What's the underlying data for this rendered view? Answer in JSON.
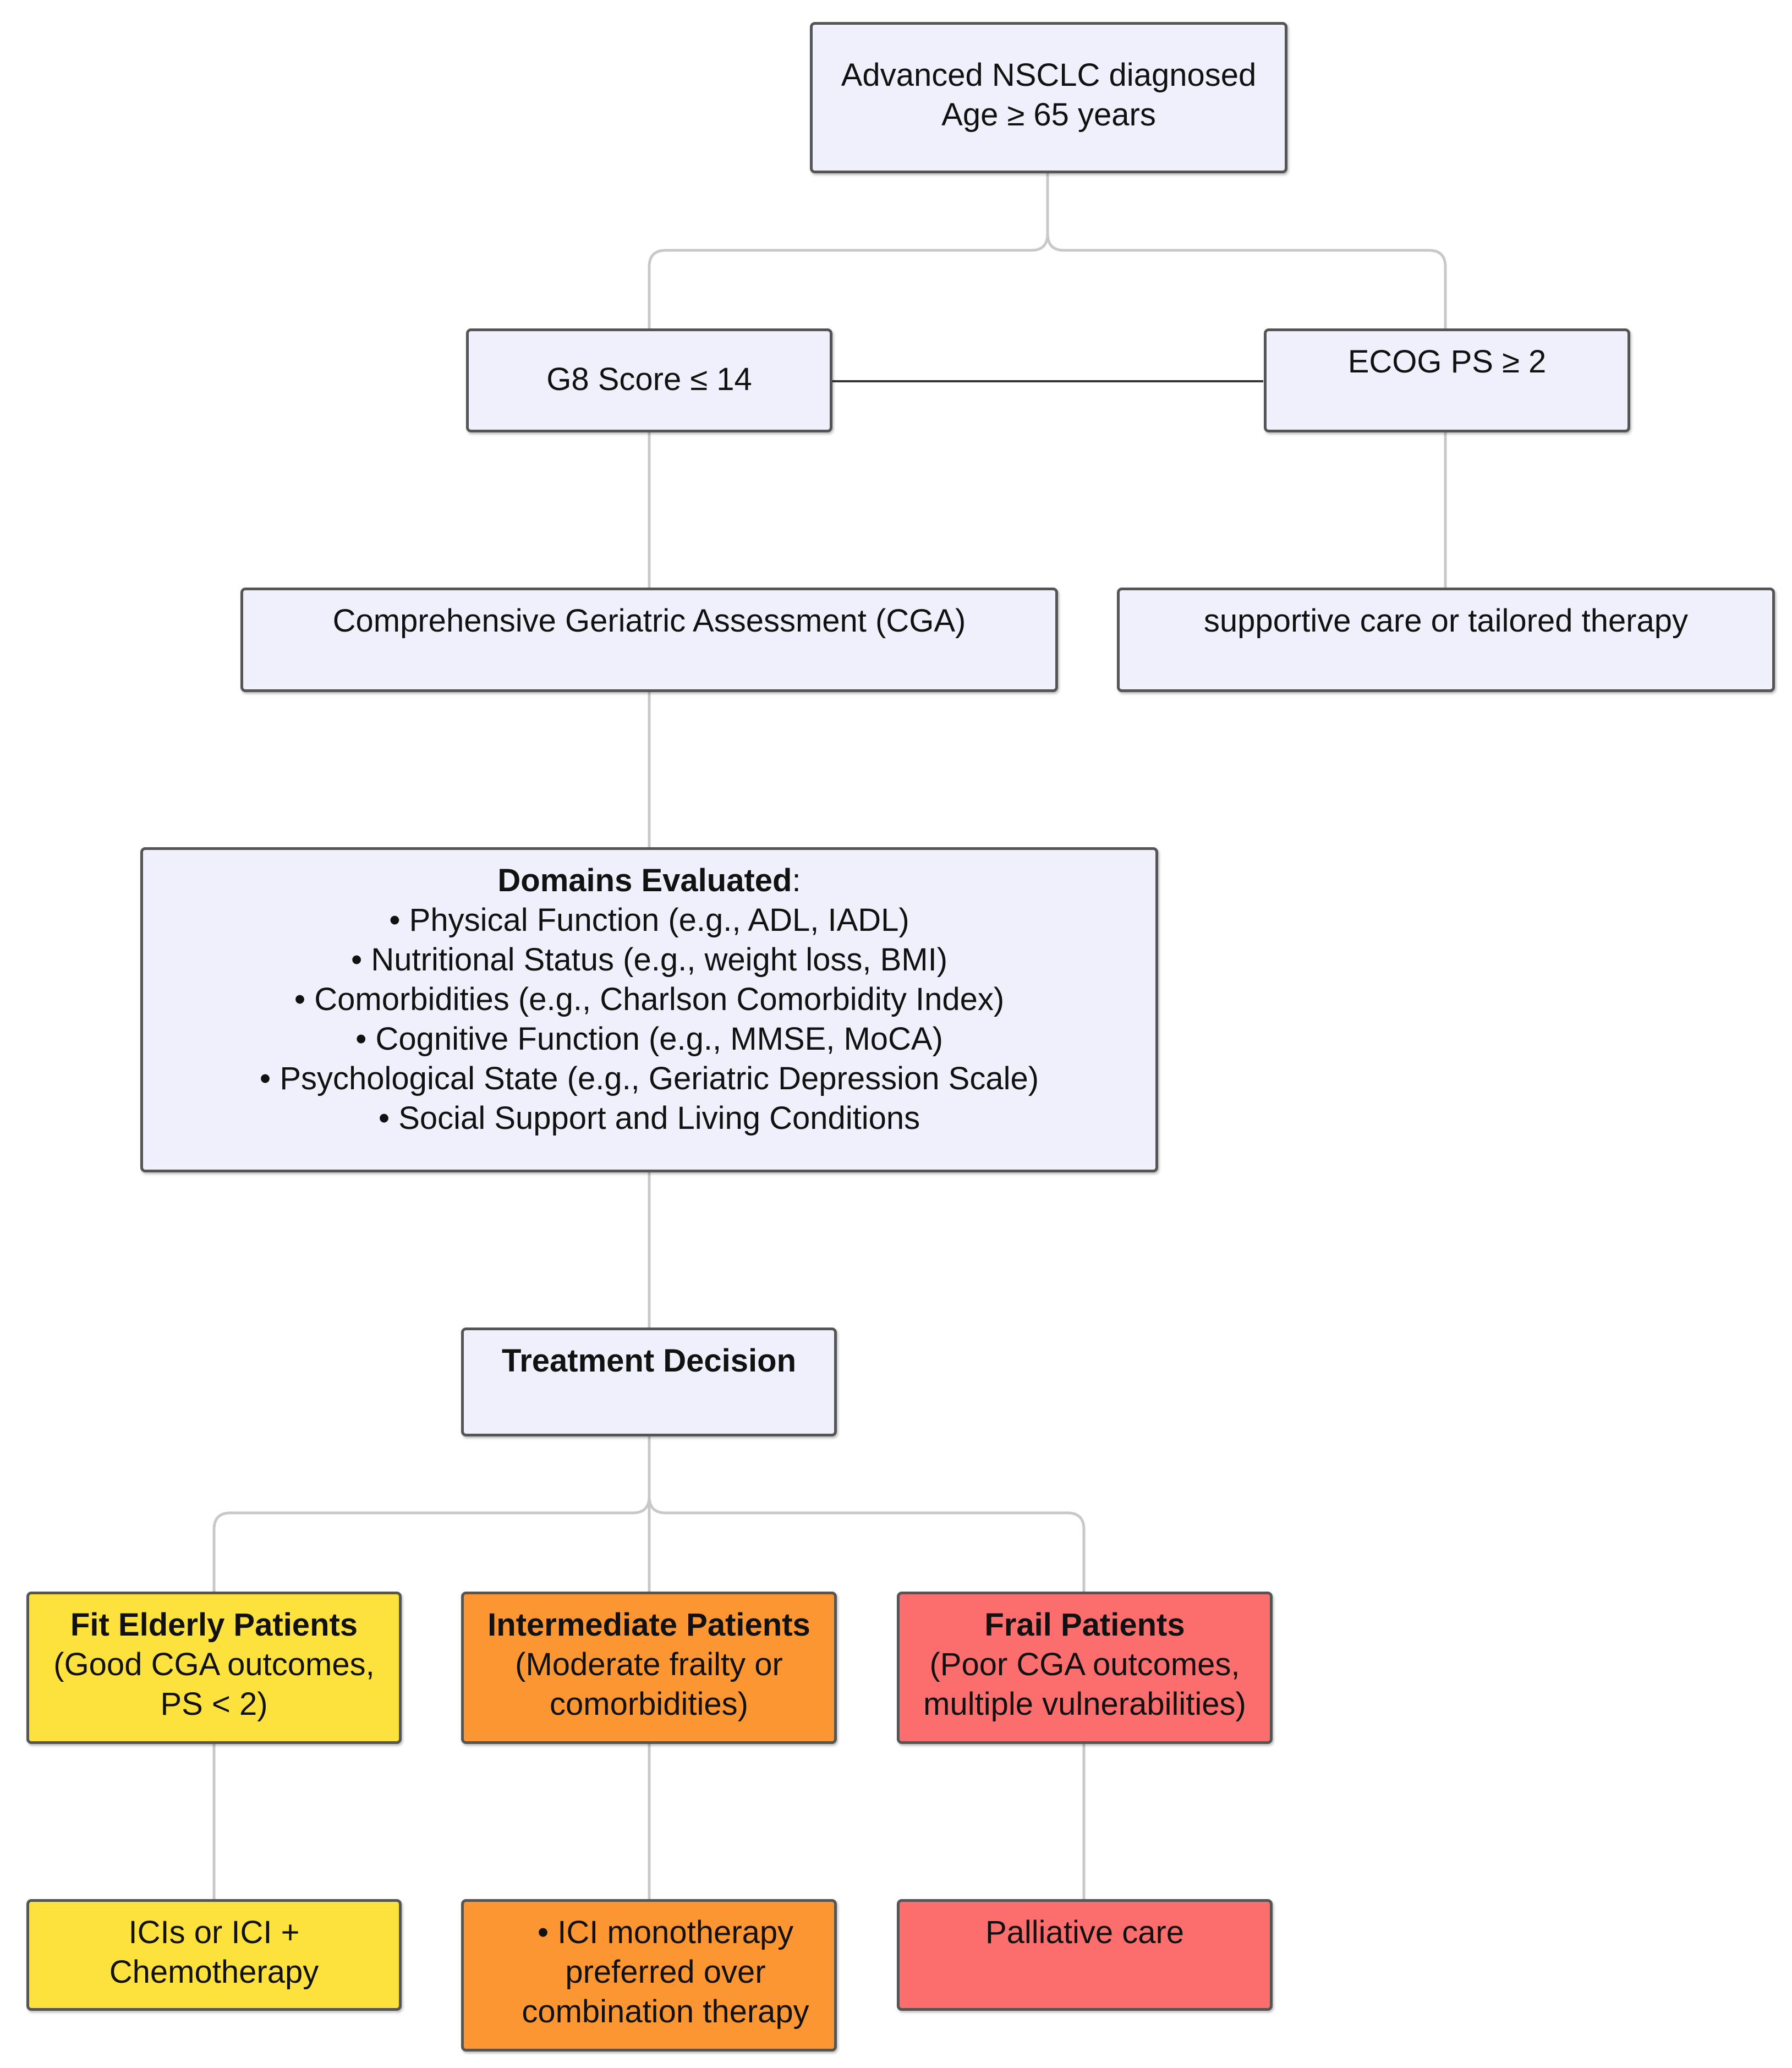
{
  "colors": {
    "node_default": "#eff0fc",
    "fit": "#fde23e",
    "intermediate": "#fb9632",
    "frail": "#fc6e6e",
    "border": "#555555",
    "connector_light": "#c8c8c8",
    "connector_dark": "#333333"
  },
  "nodes": {
    "root": {
      "line1": "Advanced NSCLC diagnosed",
      "line2": "Age ≥ 65 years"
    },
    "g8": {
      "label": "G8 Score ≤ 14"
    },
    "ecog": {
      "label": "ECOG PS ≥ 2"
    },
    "cga": {
      "label": "Comprehensive Geriatric Assessment (CGA)"
    },
    "supportive": {
      "label": "supportive care or tailored therapy"
    },
    "domains": {
      "title": "Domains Evaluated",
      "title_suffix": ":",
      "items": [
        "• Physical Function (e.g., ADL, IADL)",
        "• Nutritional Status (e.g., weight loss, BMI)",
        "• Comorbidities (e.g., Charlson Comorbidity Index)",
        "• Cognitive Function (e.g., MMSE, MoCA)",
        "• Psychological State (e.g., Geriatric Depression Scale)",
        "• Social Support and Living Conditions"
      ]
    },
    "decision": {
      "label": "Treatment Decision"
    },
    "fit": {
      "title": "Fit Elderly Patients",
      "line2": "(Good CGA outcomes,",
      "line3": "PS < 2)"
    },
    "intermediate": {
      "title": "Intermediate Patients",
      "line2": "(Moderate frailty or",
      "line3": "comorbidities)"
    },
    "frail": {
      "title": "Frail Patients",
      "line2": "(Poor CGA outcomes,",
      "line3": "multiple vulnerabilities)"
    },
    "fit_tx": {
      "line1": "ICIs or ICI +",
      "line2": "Chemotherapy"
    },
    "intermediate_tx": {
      "line1": "• ICI monotherapy",
      "line2": "preferred over",
      "line3": "combination therapy"
    },
    "frail_tx": {
      "label": "Palliative care"
    }
  }
}
